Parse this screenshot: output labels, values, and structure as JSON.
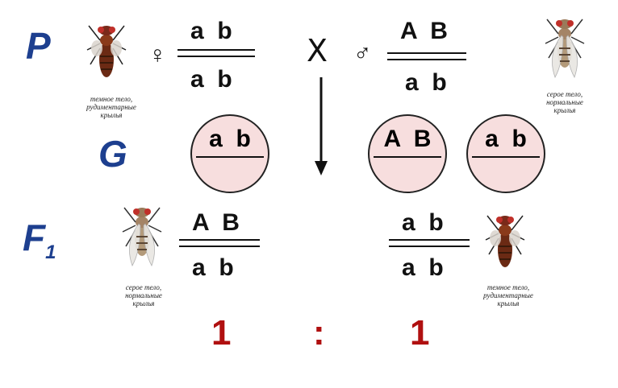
{
  "labels": {
    "parents": "P",
    "gametes": "G",
    "f1_main": "F",
    "f1_sub": "1"
  },
  "cross_symbol": "X",
  "female_symbol": "♀",
  "male_symbol": "♂",
  "female_parent": {
    "top": "a  b",
    "bottom": "a  b",
    "caption": [
      "темное тело,",
      "рудиментарные",
      "крылья"
    ]
  },
  "male_parent": {
    "top": "A  B",
    "bottom": "a  b",
    "caption": [
      "серое тело,",
      "нормальные",
      "крылья"
    ]
  },
  "gametes": [
    "a  b",
    "A  B",
    "a  b"
  ],
  "offspring": [
    {
      "top": "A  B",
      "bottom": "a  b",
      "caption": [
        "серое тело,",
        "нормальные",
        "крылья"
      ]
    },
    {
      "top": "a  b",
      "bottom": "a  b",
      "caption": [
        "темное тело,",
        "рудиментарные",
        "крылья"
      ]
    }
  ],
  "ratio": {
    "left": "1",
    "separator": ":",
    "right": "1"
  },
  "colors": {
    "label_blue": "#1d3f8f",
    "ratio_red": "#b01010",
    "gamete_fill": "#f7dede",
    "fly_dark": "#6b2a14",
    "fly_gray": "#b8a58c"
  },
  "icons": [
    "dark-fly-icon",
    "gray-fly-icon",
    "down-arrow-icon"
  ]
}
